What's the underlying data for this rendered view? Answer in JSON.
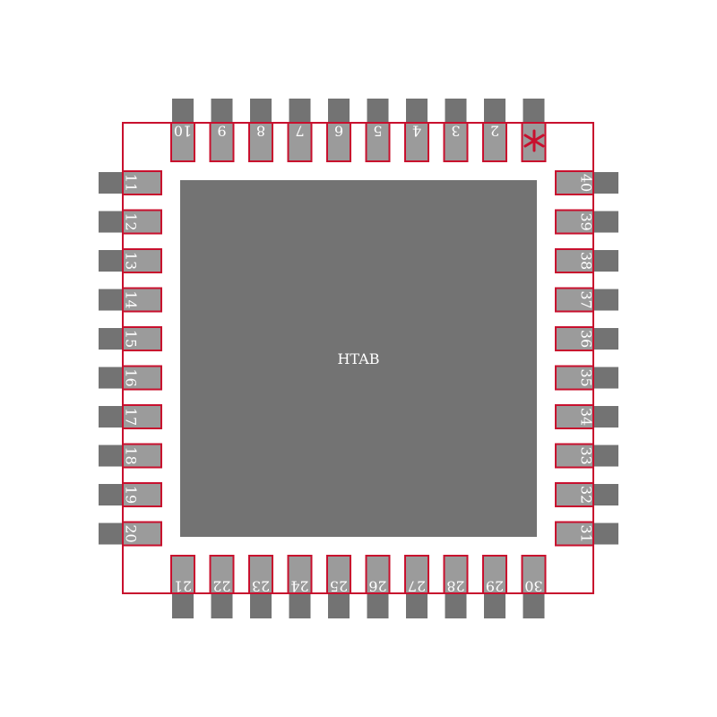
{
  "component": {
    "center_label": "HTAB",
    "pin1_marker": "asterisk-icon",
    "colors": {
      "pad": "#737373",
      "pad_copper": "#9b9b9b",
      "outline": "#c8102e",
      "label": "#ffffff",
      "background": "#ffffff"
    }
  },
  "pins": {
    "top": [
      "10",
      "9",
      "8",
      "7",
      "6",
      "5",
      "4",
      "3",
      "2",
      "1"
    ],
    "left": [
      "11",
      "12",
      "13",
      "14",
      "15",
      "16",
      "17",
      "18",
      "19",
      "20"
    ],
    "bottom": [
      "21",
      "22",
      "23",
      "24",
      "25",
      "26",
      "27",
      "28",
      "29",
      "30"
    ],
    "right": [
      "40",
      "39",
      "38",
      "37",
      "36",
      "35",
      "34",
      "33",
      "32",
      "31"
    ]
  }
}
